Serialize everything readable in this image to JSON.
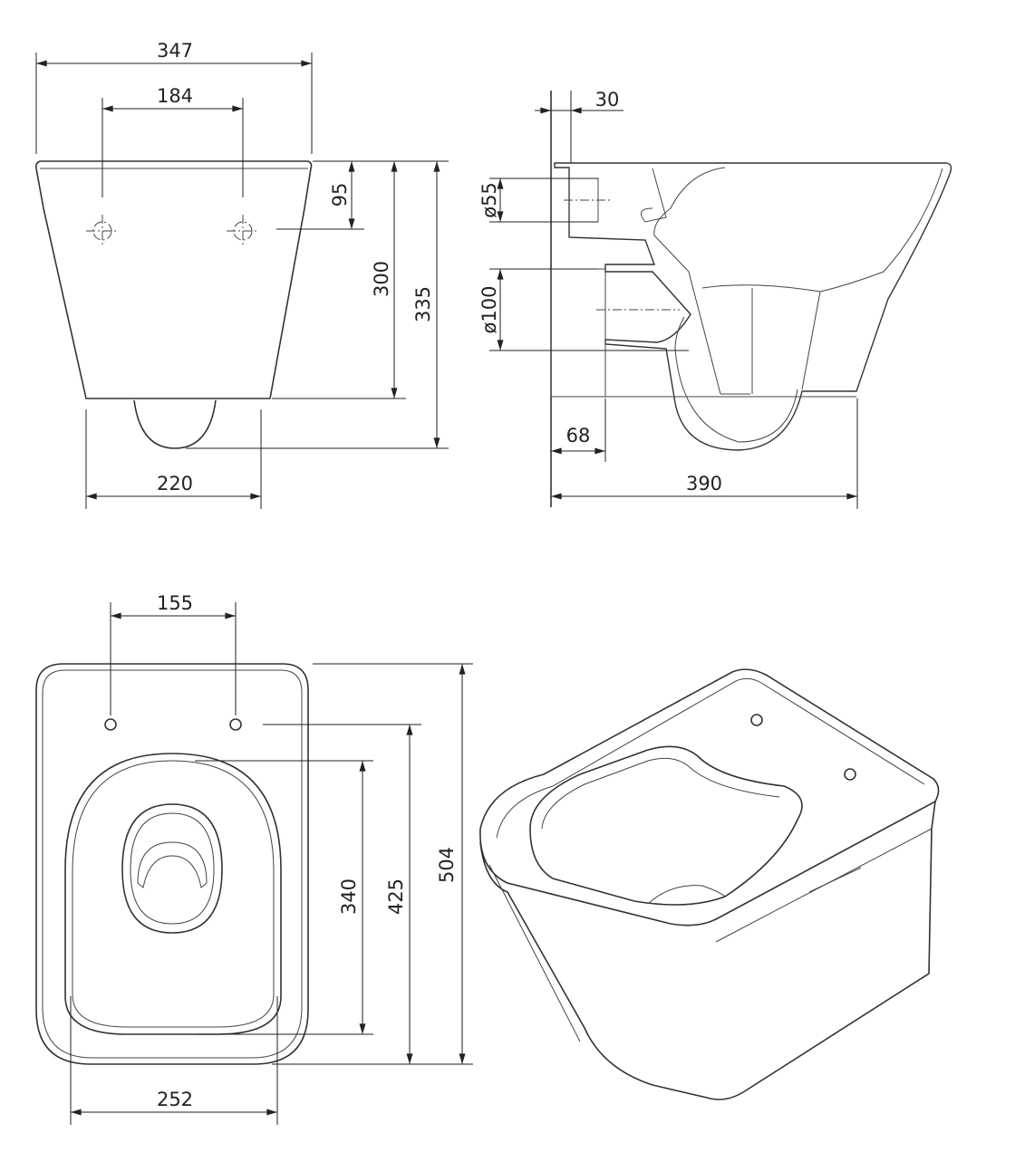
{
  "views": {
    "front": {
      "dims": {
        "width_total": "347",
        "fixing_spacing": "184",
        "fixing_height": "95",
        "body_height": "300",
        "total_height": "335",
        "bowl_width": "220"
      }
    },
    "side": {
      "dims": {
        "wall_offset": "30",
        "inlet_diameter": "ø55",
        "outlet_diameter": "ø100",
        "outlet_length": "68",
        "projection": "390"
      }
    },
    "top": {
      "dims": {
        "fixing_spacing": "155",
        "opening_length": "340",
        "fixing_to_front": "425",
        "total_length": "504",
        "seat_width": "252"
      }
    }
  },
  "colors": {
    "line": "#333333",
    "background": "#ffffff"
  }
}
